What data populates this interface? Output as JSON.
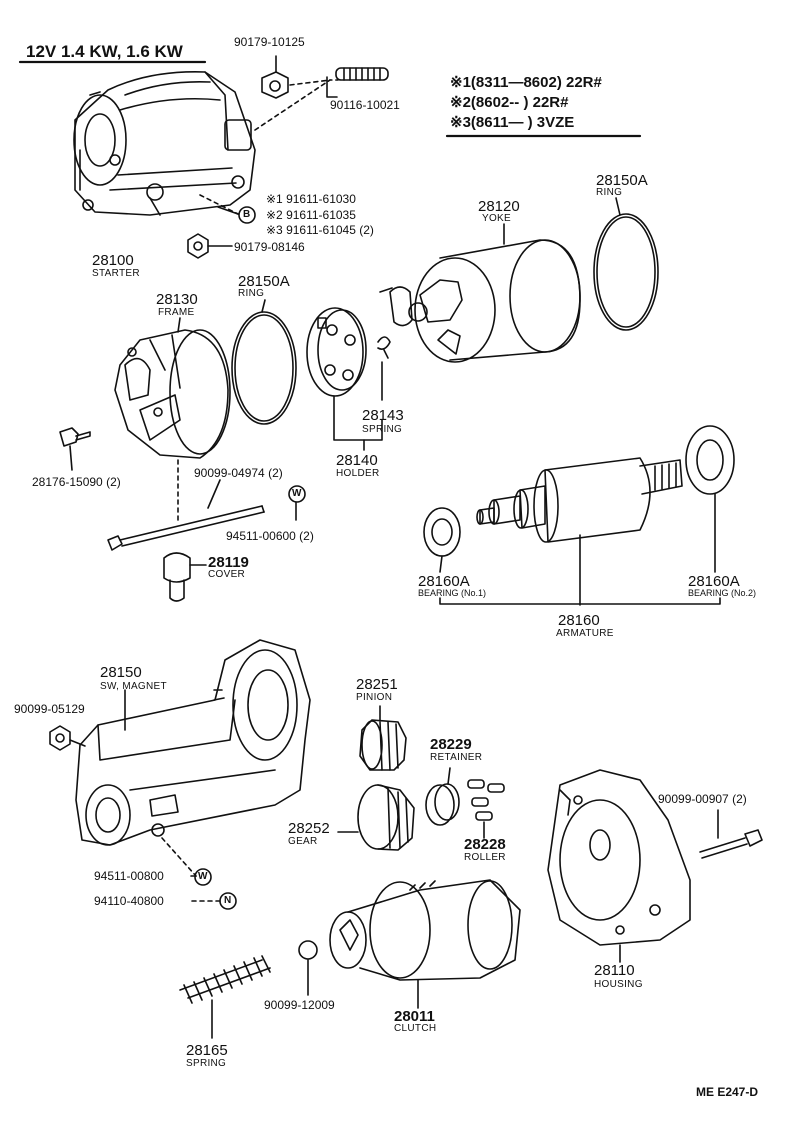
{
  "header": {
    "spec": "12V  1.4 KW, 1.6 KW"
  },
  "applicability": [
    {
      "mark": "※1",
      "text": "(8311—8602) 22R#"
    },
    {
      "mark": "※2",
      "text": "(8602--       ) 22R#"
    },
    {
      "mark": "※3",
      "text": "(8611—       ) 3VZE"
    }
  ],
  "parts": {
    "p_90179_10125": "90179-10125",
    "p_90116_10021": "90116-10021",
    "p_28100": "28100",
    "starter": "STARTER",
    "p_b1": "※1 91611-61030",
    "p_b2": "※2 91611-61035",
    "p_b3": "※3 91611-61045 (2)",
    "p_90179_08146": "90179-08146",
    "p_28120": "28120",
    "yoke": "YOKE",
    "p_28150a_top": "28150A",
    "ring_top": "RING",
    "p_28130": "28130",
    "frame": "FRAME",
    "p_28150a_mid": "28150A",
    "ring_mid": "RING",
    "p_28143": "28143",
    "spring_143": "SPRING",
    "p_28140": "28140",
    "holder": "HOLDER",
    "p_28176": "28176-15090 (2)",
    "p_90099_04974": "90099-04974 (2)",
    "p_94511_00600": "94511-00600 (2)",
    "p_28119": "28119",
    "cover": "COVER",
    "p_28160a_l": "28160A",
    "bearing_1": "BEARING (No.1)",
    "p_28160a_r": "28160A",
    "bearing_2": "BEARING (No.2)",
    "p_28160": "28160",
    "armature": "ARMATURE",
    "p_28150": "28150",
    "sw_magnet": "SW, MAGNET",
    "p_90099_05129": "90099-05129",
    "p_28251": "28251",
    "pinion": "PINION",
    "p_28229": "28229",
    "retainer": "RETAINER",
    "p_90099_00907": "90099-00907 (2)",
    "p_28252": "28252",
    "gear": "GEAR",
    "p_28228": "28228",
    "roller": "ROLLER",
    "p_94511_00800": "94511-00800",
    "p_94110_40800": "94110-40800",
    "p_28110": "28110",
    "housing": "HOUSING",
    "p_90099_12009": "90099-12009",
    "p_28011": "28011",
    "clutch": "CLUTCH",
    "p_28165": "28165",
    "spring_165": "SPRING"
  },
  "markers": {
    "b": "B",
    "w": "W",
    "n": "N"
  },
  "footer": {
    "ref": "ME  E247-D"
  }
}
